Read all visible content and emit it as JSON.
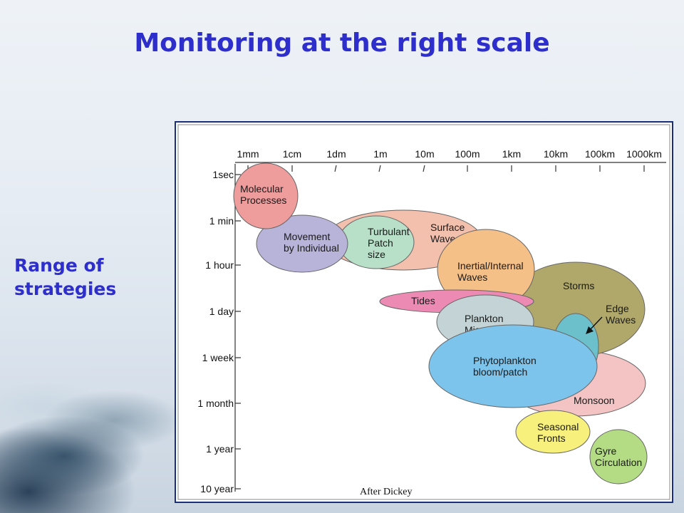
{
  "title": "Monitoring at the right scale",
  "side_label": [
    "Range of",
    "strategies"
  ],
  "credit": "After Dickey",
  "colors": {
    "title": "#2d2ecb",
    "frame_border": "#1b2e7a"
  },
  "diagram": {
    "space_scale": [
      "1mm",
      "1cm",
      "1dm",
      "1m",
      "10m",
      "100m",
      "1km",
      "10km",
      "100km",
      "1000km"
    ],
    "time_scale": [
      "1sec",
      "1 min",
      "1 hour",
      "1 day",
      "1 week",
      "1 month",
      "1 year",
      "10 year"
    ],
    "processes": [
      {
        "id": "monsoon",
        "lines": [
          "Monsoon"
        ],
        "color": "#f4c4c4"
      },
      {
        "id": "storms",
        "lines": [
          "Storms"
        ],
        "color": "#b0a86a"
      },
      {
        "id": "surface-waves",
        "lines": [
          "Surface",
          "Waves"
        ],
        "color": "#f4c0ae"
      },
      {
        "id": "turbulent-patch",
        "lines": [
          "Turbulant",
          "Patch",
          "size"
        ],
        "color": "#b8e0c8"
      },
      {
        "id": "movement-individual",
        "lines": [
          "Movement",
          "by Individual"
        ],
        "color": "#b8b3d8"
      },
      {
        "id": "molecular-processes",
        "lines": [
          "Molecular",
          "Processes"
        ],
        "color": "#ee9c9c"
      },
      {
        "id": "inertial-waves",
        "lines": [
          "Inertial/Internal",
          "Waves"
        ],
        "color": "#f5c088"
      },
      {
        "id": "tides",
        "lines": [
          "Tides"
        ],
        "color": "#ec8ab4"
      },
      {
        "id": "plankton-migration",
        "lines": [
          "Plankton",
          "Migration"
        ],
        "color": "#c4d4d6"
      },
      {
        "id": "edge-waves",
        "lines": [
          "Edge",
          "Waves"
        ],
        "color": "#6cc0cc"
      },
      {
        "id": "phytoplankton",
        "lines": [
          "Phytoplankton",
          "bloom/patch"
        ],
        "color": "#7cc4ec"
      },
      {
        "id": "seasonal-fronts",
        "lines": [
          "Seasonal",
          "Fronts"
        ],
        "color": "#f8f07c"
      },
      {
        "id": "gyre-circulation",
        "lines": [
          "Gyre",
          "Circulation"
        ],
        "color": "#b4dc84"
      }
    ]
  }
}
